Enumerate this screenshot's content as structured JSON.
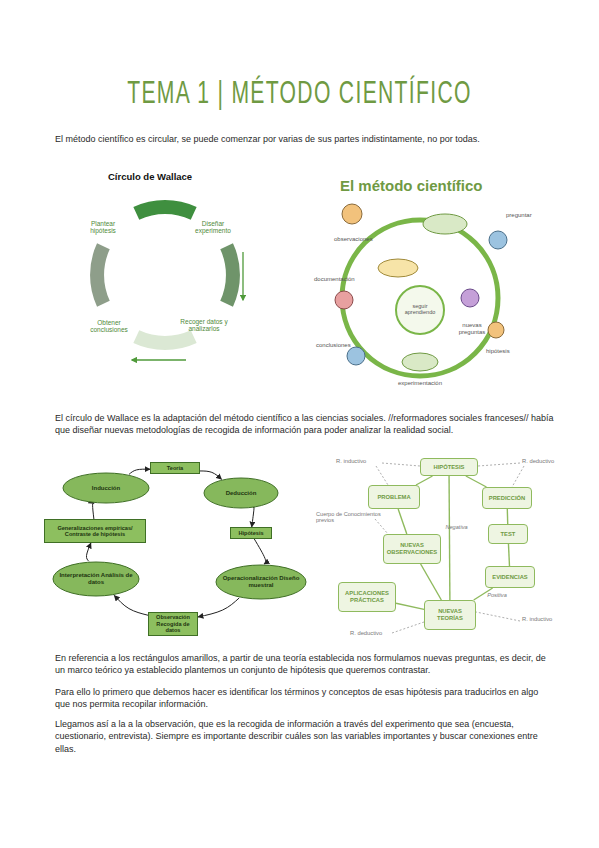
{
  "diagram": {
    "title": "TEMA 1 | MÉTODO CIENTÍFICO",
    "nodes": [
      {
        "text": [
          "Teoría"
        ]
      },
      {
        "text": [
          "Inducción"
        ]
      },
      {
        "text": [
          "Deducción"
        ]
      },
      {
        "text": [
          "Generalizaciones empíricas/ Contraste de hipótesis"
        ]
      },
      {
        "text": [
          "Hipótesis"
        ]
      },
      {
        "text": [
          "Interpretación Análisis de datos"
        ]
      },
      {
        "text": [
          "Operacionalización Diseño muestral"
        ]
      },
      {
        "text": [
          "Observación Recogida de datos"
        ]
      },
      {
        "text": [
          "HIPÓTESIS"
        ]
      },
      {
        "text": [
          "PROBLEMA"
        ]
      },
      {
        "text": [
          "PREDICCIÓN"
        ]
      },
      {
        "text": [
          "TEST"
        ]
      },
      {
        "text": [
          "NUEVAS OBSERVACIONES"
        ]
      },
      {
        "text": [
          "EVIDENCIAS"
        ]
      },
      {
        "text": [
          "APLICACIONES PRÁCTICAS"
        ]
      },
      {
        "text": [
          "NUEVAS TEORÍAS"
        ]
      }
    ],
    "edges": [
      {
        "from": 0,
        "to": 2,
        "arrow": "to"
      },
      {
        "from": 2,
        "to": 4,
        "arrow": "to"
      },
      {
        "from": 4,
        "to": 6,
        "arrow": "to"
      },
      {
        "from": 6,
        "to": 7,
        "arrow": "to"
      },
      {
        "from": 7,
        "to": 5,
        "arrow": "to"
      },
      {
        "from": 5,
        "to": 3,
        "arrow": "to"
      },
      {
        "from": 3,
        "to": 1,
        "arrow": "to"
      },
      {
        "from": 1,
        "to": 0,
        "arrow": "to"
      },
      {
        "from": 9,
        "to": 8,
        "arrow": "none"
      },
      {
        "from": 8,
        "to": 10,
        "arrow": "none"
      },
      {
        "from": 10,
        "to": 11,
        "arrow": "none"
      },
      {
        "from": 11,
        "to": 13,
        "arrow": "none"
      },
      {
        "from": 13,
        "to": 15,
        "label": "Positiva",
        "arrow": "none"
      },
      {
        "from": 8,
        "to": 15,
        "label": "Negativa",
        "arrow": "none"
      },
      {
        "from": 15,
        "to": 14,
        "arrow": "none"
      },
      {
        "from": 15,
        "to": 12,
        "arrow": "none"
      },
      {
        "from": 12,
        "to": 9,
        "arrow": "none"
      }
    ],
    "labels": [
      "El método científico es circular, se puede comenzar por varias de sus partes indistintamente, no por todas.",
      "Círculo de Wallace",
      "Plantear hipótesis",
      "Diseñar experimento",
      "Recoger datos y analizarlos",
      "Obtener conclusiones",
      "El método científico",
      "preguntar",
      "observaciones",
      "documentación",
      "seguir aprendiendo",
      "nuevas preguntas",
      "hipótesis",
      "conclusiones",
      "experimentación",
      "El círculo de Wallace es la adaptación del método científico a las ciencias sociales. //reformadores sociales franceses// había que diseñar nuevas metodologías de recogida de información para poder analizar la realidad social.",
      "R. inductivo",
      "R. deductivo",
      "Cuerpo de Conocimientos previos",
      "R. inductivo",
      "R. deductivo",
      "En referencia a los rectángulos amarillos, a partir de una teoría establecida nos formulamos nuevas preguntas, es decir, de un marco teórico ya establecido plantemos un conjunto de hipótesis que queremos contrastar.",
      "Para ello lo primero que debemos hacer es identificar los términos y conceptos de esas hipótesis para traducirlos en algo que nos permita recopilar información.",
      "Llegamos así a la a la observación, que es la recogida de información a través del experimento que sea (encuesta, cuestionario, entrevista). Siempre es importante describir cuáles son las variables importantes y buscar conexiones entre ellas."
    ]
  }
}
